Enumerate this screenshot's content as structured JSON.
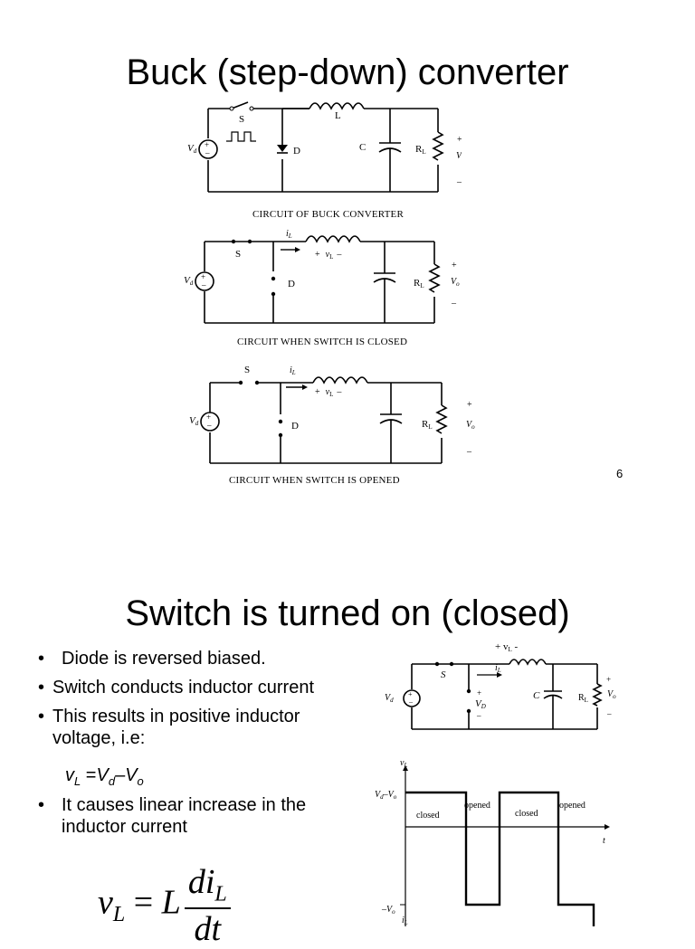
{
  "slide1": {
    "title": "Buck (step-down) converter",
    "captions": [
      "CIRCUIT OF BUCK CONVERTER",
      "CIRCUIT WHEN SWITCH IS CLOSED",
      "CIRCUIT WHEN SWITCH IS OPENED"
    ],
    "page_number": "6",
    "labels": {
      "switch": "S",
      "inductor": "L",
      "diode": "D",
      "capacitor": "C",
      "load_R": "R",
      "load_sub": "L",
      "source_V": "V",
      "source_sub": "d",
      "out_V": "V",
      "out_sub": "o",
      "plus": "+",
      "minus": "–",
      "iL": "i",
      "iL_sub": "L",
      "vL_plus": "+",
      "vL": "v",
      "vL_sub": "L",
      "vL_minus": "–"
    }
  },
  "slide2": {
    "title": "Switch is turned on (closed)",
    "bullets": [
      "Diode is reversed biased.",
      "Switch conducts inductor current",
      "This results in positive inductor voltage, i.e:",
      "It causes linear increase in the inductor current"
    ],
    "eq1": {
      "lhs": "v",
      "lhs_sub": "L",
      "eq": "=",
      "a": "V",
      "a_sub": "d",
      "minus": "–",
      "b": "V",
      "b_sub": "o"
    },
    "eq2": {
      "lhs": "v",
      "lhs_sub": "L",
      "eq": "=",
      "coef": "L",
      "num": "di",
      "num_sub": "L",
      "den": "dt"
    },
    "circuit": {
      "vL_top": "+ v",
      "vL_sub": "L",
      "vL_tail": " -",
      "S": "S",
      "iL": "i",
      "iL_sub": "L",
      "C": "C",
      "VD": "V",
      "VD_sub": "D",
      "plus": "+",
      "minus": "–",
      "Vd": "V",
      "Vd_sub": "d",
      "RL": "R",
      "RL_sub": "L",
      "Vo": "V",
      "Vo_sub": "o"
    },
    "waveform": {
      "y_axis": "v",
      "y_axis_sub": "L",
      "level_high": "V",
      "level_high_sub1": "d",
      "level_high_mid": "–V",
      "level_high_sub2": "o",
      "level_low": "–V",
      "level_low_sub": "o",
      "t_axis": "t",
      "bottom_label": "i",
      "bottom_label_sub": "L",
      "regions": [
        "closed",
        "opened",
        "closed",
        "opened"
      ]
    }
  }
}
